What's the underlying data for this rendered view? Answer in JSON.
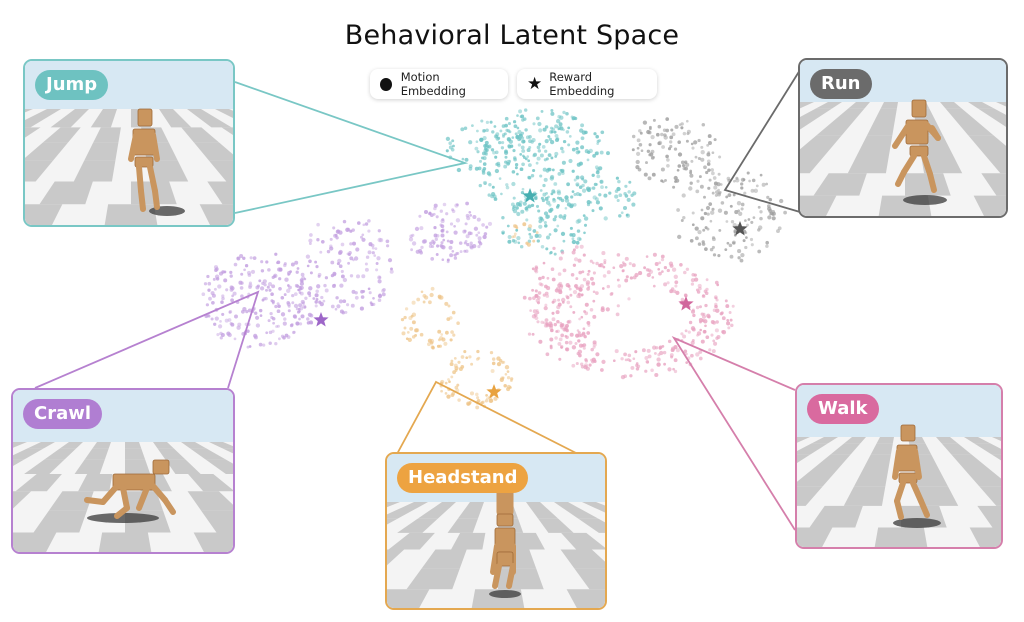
{
  "title": "Behavioral Latent Space",
  "legend": {
    "motion_label": "Motion Embedding",
    "reward_label": "Reward Embedding"
  },
  "clusters": [
    {
      "id": "jump",
      "label": "Jump",
      "color": "#6cc3c4",
      "accent": "#46aeb0",
      "panel_border": "#79c7c5",
      "label_bg": "#6ec2c1"
    },
    {
      "id": "run",
      "label": "Run",
      "color": "#9e9e9e",
      "accent": "#555555",
      "panel_border": "#6b6b6b",
      "label_bg": "#6b6b6b"
    },
    {
      "id": "crawl",
      "label": "Crawl",
      "color": "#c3a0e0",
      "accent": "#9d66c8",
      "panel_border": "#b681d0",
      "label_bg": "#b07ed2"
    },
    {
      "id": "headstand",
      "label": "Headstand",
      "color": "#eec58a",
      "accent": "#e8a23f",
      "panel_border": "#e4a850",
      "label_bg": "#eda341"
    },
    {
      "id": "walk",
      "label": "Walk",
      "color": "#e8a2c0",
      "accent": "#d1669c",
      "panel_border": "#d57fab",
      "label_bg": "#d96a9f"
    }
  ]
}
